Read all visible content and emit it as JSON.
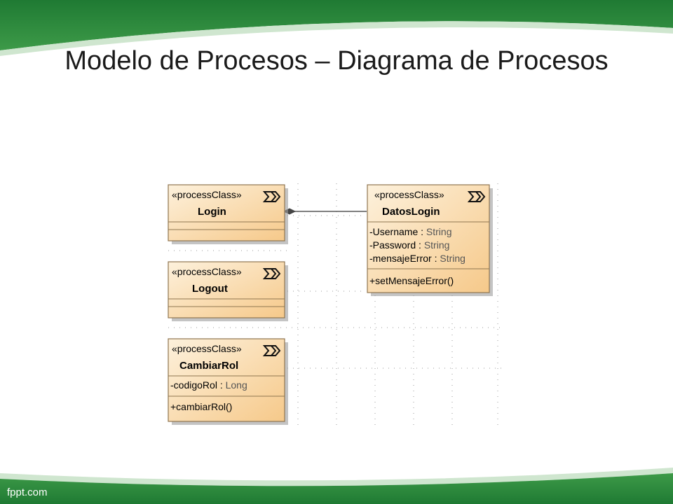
{
  "slide": {
    "title": "Modelo de Procesos – Diagrama de Procesos",
    "footer": "fppt.com",
    "colors": {
      "band_dark": "#2f8a3d",
      "band_light": "#cfe6cf",
      "class_fill_top": "#fdf1dc",
      "class_fill_bottom": "#f6c98a",
      "class_border": "#8f7650"
    }
  },
  "diagram": {
    "classes": [
      {
        "id": "login",
        "stereotype": "«processClass»",
        "name": "Login",
        "attributes": [],
        "operations": []
      },
      {
        "id": "datoslogin",
        "stereotype": "«processClass»",
        "name": "DatosLogin",
        "attributes": [
          {
            "name": "-Username",
            "type": "String"
          },
          {
            "name": "-Password",
            "type": "String"
          },
          {
            "name": "-mensajeError",
            "type": "String"
          }
        ],
        "operations": [
          "+setMensajeError()"
        ]
      },
      {
        "id": "logout",
        "stereotype": "«processClass»",
        "name": "Logout",
        "attributes": [],
        "operations": []
      },
      {
        "id": "cambiarrol",
        "stereotype": "«processClass»",
        "name": "CambiarRol",
        "attributes": [
          {
            "name": "-codigoRol",
            "type": "Long"
          }
        ],
        "operations": [
          "+cambiarRol()"
        ]
      }
    ],
    "relations": [
      {
        "from": "datoslogin",
        "to": "login",
        "kind": "composition"
      }
    ]
  }
}
